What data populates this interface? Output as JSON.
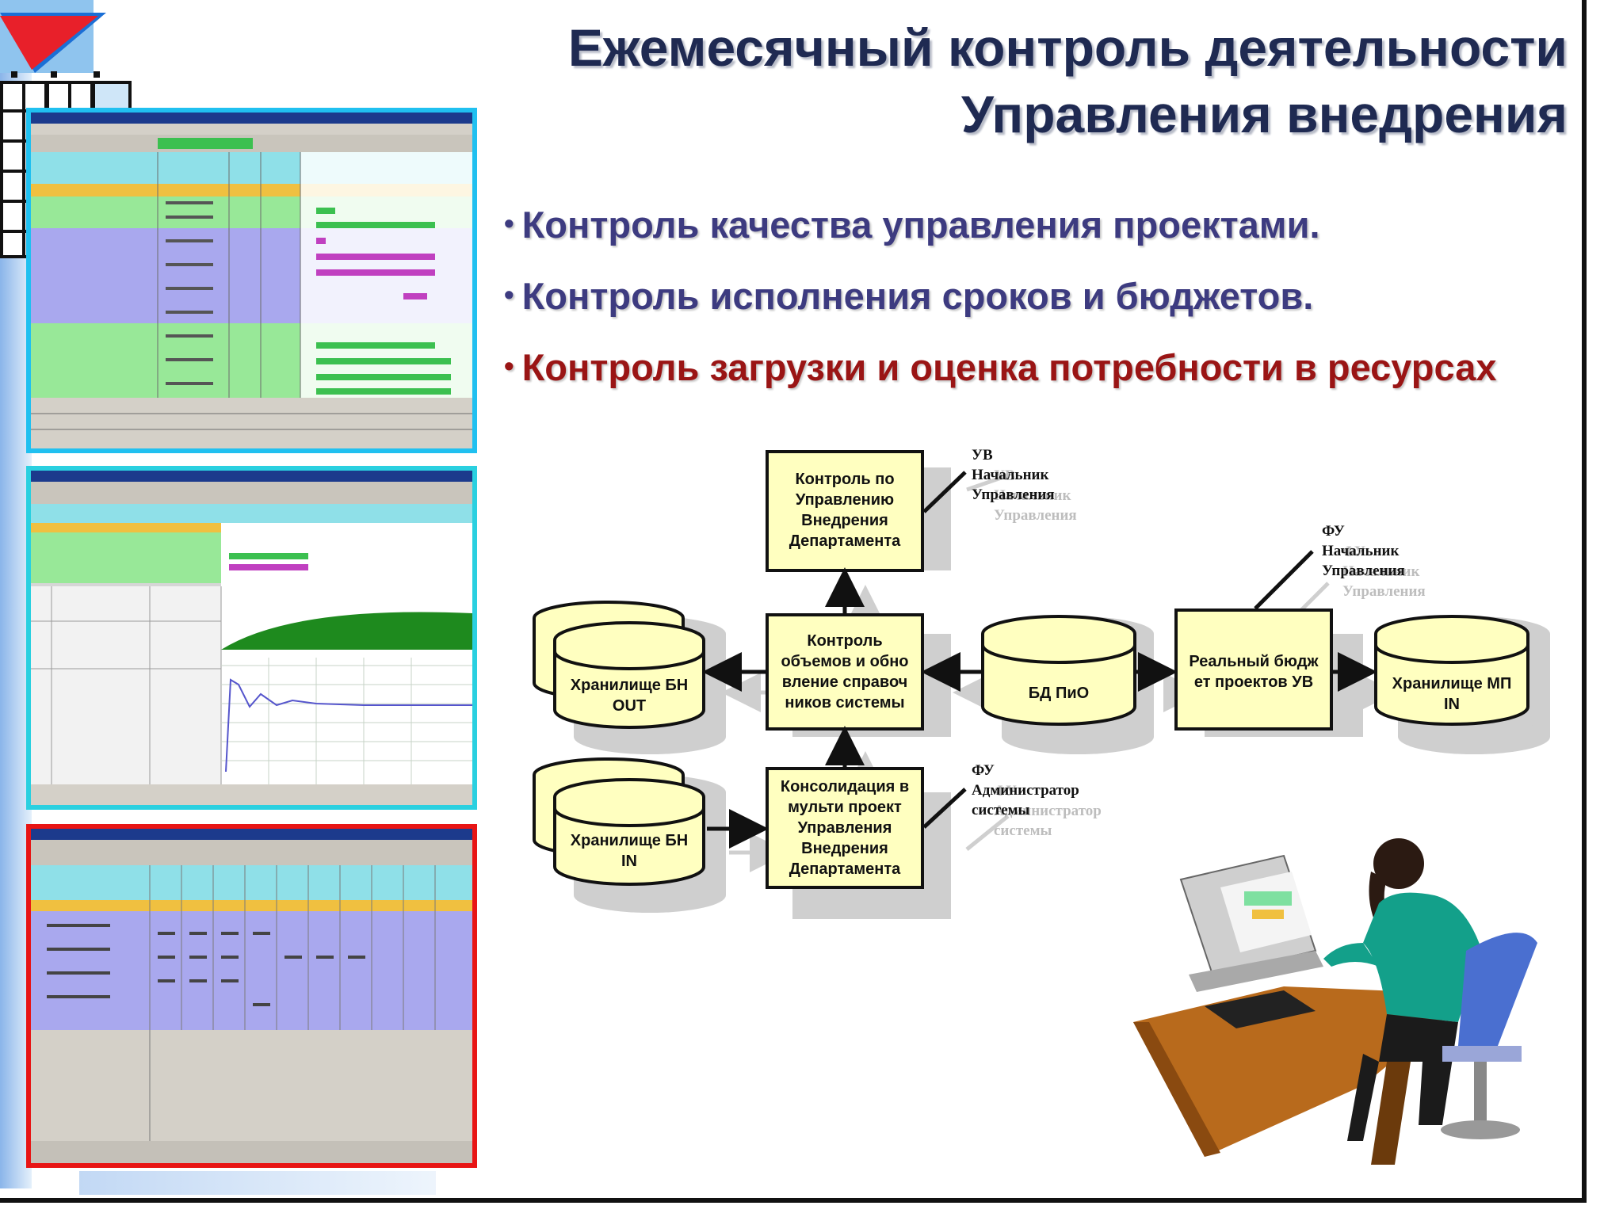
{
  "title": {
    "line1": "Ежемесячный контроль деятельности",
    "line2": "Управления внедрения"
  },
  "bullets": [
    {
      "text": "Контроль качества управления проектами.",
      "color": "#3d3b80"
    },
    {
      "text": "Контроль исполнения сроков и бюджетов.",
      "color": "#3d3b80"
    },
    {
      "text": "Контроль загрузки и оценка потребности в ресурсах",
      "color": "#9a1515"
    }
  ],
  "bullet_glyph": "•",
  "diagram": {
    "nodes": {
      "control_top": "Контроль по\nУправлению\nВнедрения\nДепартамента",
      "control_mid": "Контроль\nобъемов и обно\nвление справоч\nников системы",
      "consolidation": "Консолидация в\nмульти проект\nУправления\nВнедрения\nДепартамента",
      "storage_bn_out": "Хранилище БН\nOUT",
      "storage_bn_in": "Хранилище БН\nIN",
      "db_pio": "БД ПиО",
      "real_budget": "Реальный бюдж\nет проектов УВ",
      "storage_mp_in": "Хранилище МП\nIN"
    },
    "roles": {
      "uv_head": "УВ\n Начальник\nУправления",
      "fu_head": "ФУ\nНачальник\nУправления",
      "fu_admin": "ФУ\nАдминистратор\nсистемы"
    },
    "ghost_roles": {
      "uv_head": "УВ\nНачальник\nУправления",
      "fu_head": "ФУ\nНачальник\nУправления",
      "fu_admin": "ФУ\nАдминистратор\nсистемы"
    },
    "colors": {
      "node_fill": "#ffffc0",
      "shadow": "#cfcfcf"
    }
  },
  "colors": {
    "title": "#1f2a52",
    "frame_1": "#20c0f0",
    "frame_2": "#2ad0e0",
    "frame_3": "#e81515",
    "logo_red": "#e8202a",
    "logo_blue": "#1b6fd6"
  }
}
